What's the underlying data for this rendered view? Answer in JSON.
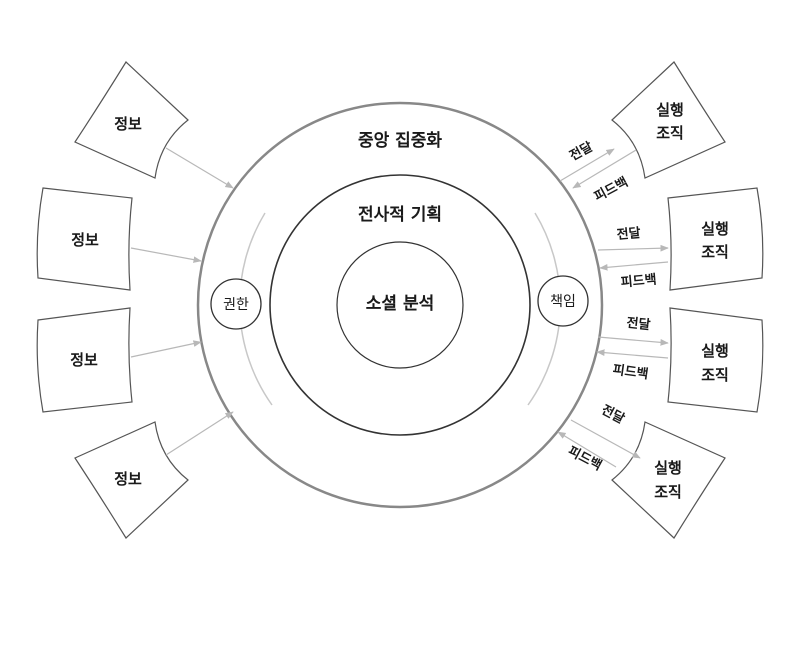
{
  "diagram": {
    "rings": {
      "outer": "중앙 집중화",
      "middle": "전사적 기획",
      "inner": "소셜 분석"
    },
    "side_nodes": {
      "left": "권한",
      "right": "책임"
    },
    "info_boxes": [
      {
        "label": "정보"
      },
      {
        "label": "정보"
      },
      {
        "label": "정보"
      },
      {
        "label": "정보"
      }
    ],
    "exec_boxes": [
      {
        "line1": "실행",
        "line2": "조직",
        "send": "전달",
        "feedback": "피드백"
      },
      {
        "line1": "실행",
        "line2": "조직",
        "send": "전달",
        "feedback": "피드백"
      },
      {
        "line1": "실행",
        "line2": "조직",
        "send": "전달",
        "feedback": "피드백"
      },
      {
        "line1": "실행",
        "line2": "조직",
        "send": "전달",
        "feedback": "피드백"
      }
    ],
    "colors": {
      "outer_ring": "#888888",
      "inner_rings": "#333333",
      "arrows": "#b8b8b8",
      "box_stroke": "#555555"
    }
  }
}
